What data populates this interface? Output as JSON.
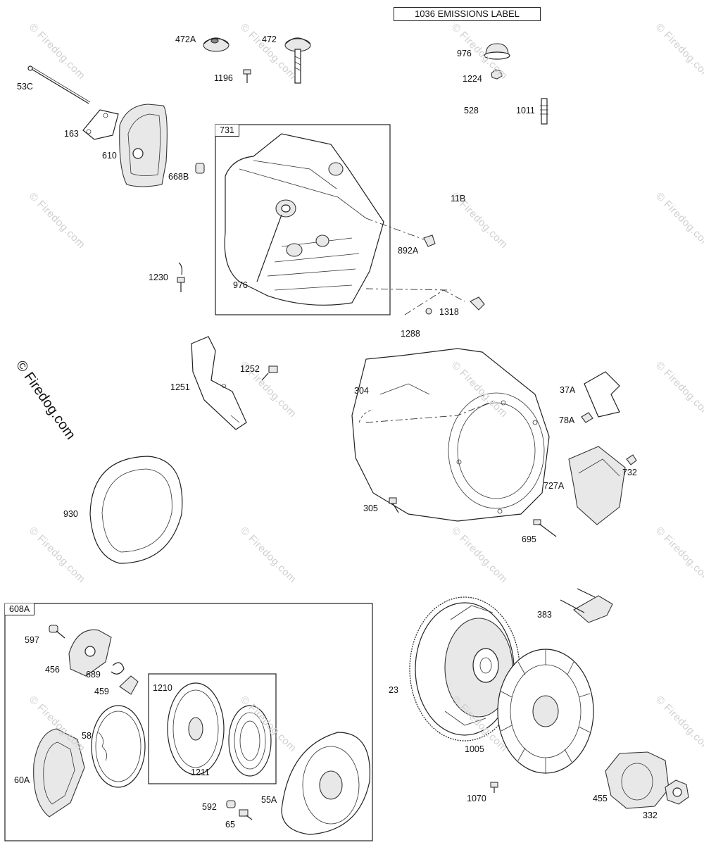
{
  "emissions_label": "1036 EMISSIONS LABEL",
  "watermark": "© Firedog.com",
  "copyright": "© Firedog.com",
  "group_boxes": {
    "box731": "731",
    "box608a": "608A",
    "box1210": "1210"
  },
  "parts": {
    "p53c": "53C",
    "p163": "163",
    "p610": "610",
    "p472a": "472A",
    "p472": "472",
    "p1196": "1196",
    "p668b": "668B",
    "p976_top": "976",
    "p1224": "1224",
    "p528": "528",
    "p1011": "1011",
    "p11b": "11B",
    "p892a": "892A",
    "p976_shroud": "976",
    "p1230": "1230",
    "p1318": "1318",
    "p1288": "1288",
    "p1251": "1251",
    "p1252": "1252",
    "p304": "304",
    "p37a": "37A",
    "p78a": "78A",
    "p732": "732",
    "p727a": "727A",
    "p930": "930",
    "p305": "305",
    "p695": "695",
    "p597": "597",
    "p456": "456",
    "p689": "689",
    "p459": "459",
    "p58": "58",
    "p60a": "60A",
    "p1211": "1211",
    "p592": "592",
    "p65": "65",
    "p55a": "55A",
    "p383": "383",
    "p23": "23",
    "p1005": "1005",
    "p1070": "1070",
    "p455": "455",
    "p332": "332"
  }
}
